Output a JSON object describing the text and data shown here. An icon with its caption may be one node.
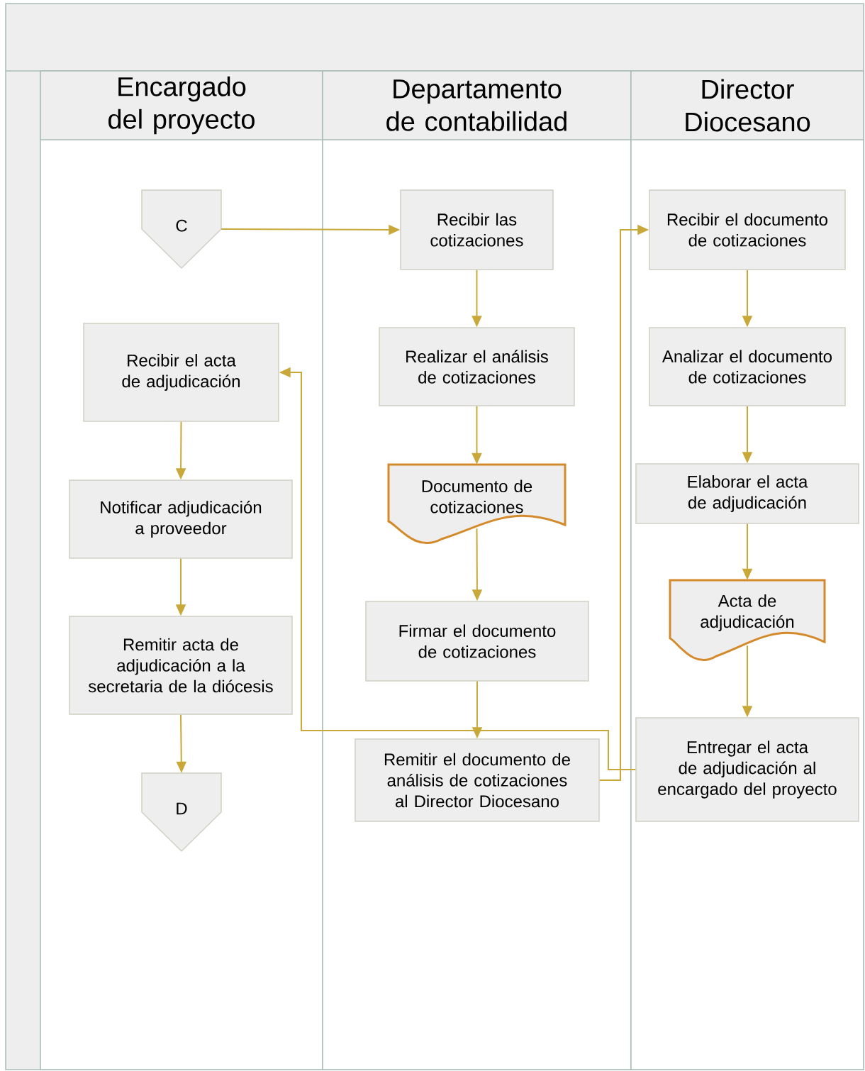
{
  "diagram": {
    "nodes": [
      {
        "text": [],
        "shape": "box"
      },
      {
        "text": [
          "Encargado del proyecto"
        ],
        "in": 0
      },
      {
        "text": [
          "Departamento de contabilidad"
        ],
        "in": 0
      },
      {
        "text": [
          "Director Diocesano"
        ],
        "in": 0
      },
      {
        "text": [
          "C"
        ],
        "in": 1
      },
      {
        "text": [
          "Recibir el acta de adjudicación"
        ],
        "in": 1
      },
      {
        "text": [
          "Notificar adjudicación a proveedor"
        ],
        "in": 1
      },
      {
        "text": [
          "Remitir acta de adjudicación a la secretaria de la diócesis"
        ],
        "in": 1
      },
      {
        "text": [
          "D"
        ],
        "in": 1
      },
      {
        "text": [
          "Recibir las cotizaciones"
        ],
        "in": 2
      },
      {
        "text": [
          "Realizar el análisis de cotizaciones"
        ],
        "in": 2
      },
      {
        "text": [
          "Documento de cotizaciones"
        ],
        "in": 2
      },
      {
        "text": [
          "Firmar el documento de cotizaciones"
        ],
        "in": 2
      },
      {
        "text": [
          "Remitir el documento de análisis de cotizaciones al Director Diocesano"
        ],
        "in": 2
      },
      {
        "text": [
          "Recibir el documento de cotizaciones"
        ],
        "in": 3
      },
      {
        "text": [
          "Analizar el documento de cotizaciones"
        ],
        "in": 3
      },
      {
        "text": [
          "Elaborar el acta de adjudicación"
        ],
        "in": 3
      },
      {
        "text": [
          "Acta de adjudicación"
        ],
        "in": 3
      },
      {
        "text": [
          "Entregar el acta de adjudicación al encargado del proyecto"
        ],
        "in": 3
      }
    ],
    "edges": [
      {
        "from": 4,
        "to": 9,
        "arrow": "to"
      },
      {
        "from": 9,
        "to": 10,
        "arrow": "to"
      },
      {
        "from": 10,
        "to": 11,
        "arrow": "to"
      },
      {
        "from": 11,
        "to": 12,
        "arrow": "to"
      },
      {
        "from": 12,
        "to": 13,
        "arrow": "to"
      },
      {
        "from": 13,
        "to": 14,
        "arrow": "to"
      },
      {
        "from": 14,
        "to": 15,
        "arrow": "to"
      },
      {
        "from": 15,
        "to": 16,
        "arrow": "to"
      },
      {
        "from": 16,
        "to": 17,
        "arrow": "to"
      },
      {
        "from": 17,
        "to": 18,
        "arrow": "to"
      },
      {
        "from": 18,
        "to": 5,
        "arrow": "to"
      },
      {
        "from": 5,
        "to": 6,
        "arrow": "to"
      },
      {
        "from": 6,
        "to": 7,
        "arrow": "to"
      },
      {
        "from": 7,
        "to": 8,
        "arrow": "to"
      }
    ]
  }
}
